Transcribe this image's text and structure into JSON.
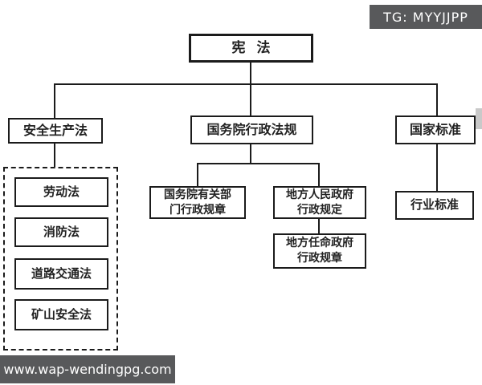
{
  "watermark_top": {
    "label": "TG: MYYJJPP"
  },
  "watermark_bottom": {
    "label": "www.wap-wendingpg.com"
  },
  "colors": {
    "watermark_bg": "#58595b",
    "line": "#1b1b1b",
    "box_background": "#ffffff",
    "page_background": "#ffffff"
  },
  "diagram": {
    "type": "org-chart",
    "nodes": {
      "constitution": "宪法",
      "work_safety_law": "安全生产法",
      "state_council_regulations": "国务院行政法规",
      "national_standard": "国家标准",
      "labor_law": "劳动法",
      "fire_protection_law": "消防法",
      "road_traffic_law": "道路交通法",
      "mine_safety_law": "矿山安全法",
      "ministry_rules_line1": "国务院有关部",
      "ministry_rules_line2": "门行政规章",
      "local_gov_provisions_line1": "地方人民政府",
      "local_gov_provisions_line2": "行政规定",
      "local_gov_rules_line1": "地方任命政府",
      "local_gov_rules_line2": "行政规章",
      "industry_standard": "行业标准"
    },
    "edges": [
      [
        "constitution",
        "work_safety_law"
      ],
      [
        "constitution",
        "state_council_regulations"
      ],
      [
        "constitution",
        "national_standard"
      ],
      [
        "work_safety_law",
        "dashed_group(labor_law, fire_protection_law, road_traffic_law, mine_safety_law)"
      ],
      [
        "state_council_regulations",
        "ministry_rules"
      ],
      [
        "state_council_regulations",
        "local_gov_provisions"
      ],
      [
        "local_gov_provisions",
        "local_gov_rules"
      ],
      [
        "national_standard",
        "industry_standard"
      ]
    ]
  }
}
